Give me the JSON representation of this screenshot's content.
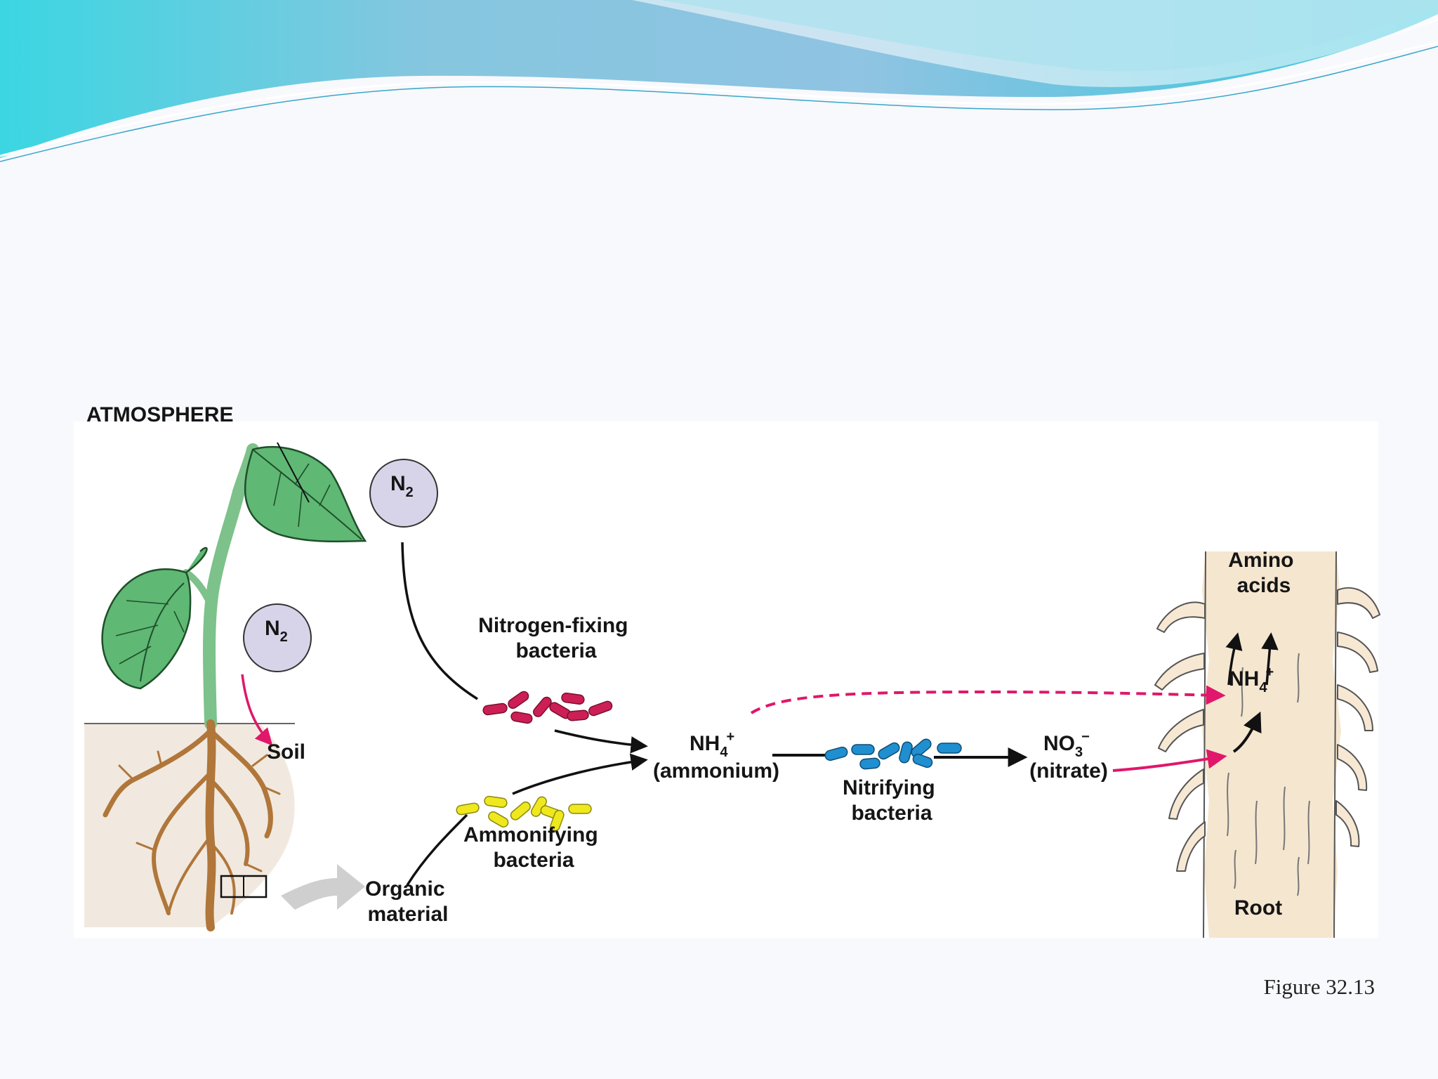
{
  "diagram": {
    "atmosphere_label": "ATMOSPHERE",
    "n2_top": {
      "main": "N",
      "sub": "2"
    },
    "n2_plant": {
      "main": "N",
      "sub": "2"
    },
    "soil_label": "Soil",
    "nitrogen_fixing": {
      "line1": "Nitrogen-fixing",
      "line2": "bacteria"
    },
    "ammonifying": {
      "line1": "Ammonifying",
      "line2": "bacteria"
    },
    "organic_material": {
      "line1": "Organic",
      "line2": "material"
    },
    "ammonium": {
      "main": "NH",
      "sub": "4",
      "sup": "+",
      "name": "(ammonium)"
    },
    "nitrifying": {
      "line1": "Nitrifying",
      "line2": "bacteria"
    },
    "nitrate": {
      "main": "NO",
      "sub": "3",
      "sup": "−",
      "name": "(nitrate)"
    },
    "amino_acids": {
      "line1": "Amino",
      "line2": "acids"
    },
    "root_nh4": {
      "main": "NH",
      "sub": "4",
      "sup": "+"
    },
    "root_label": "Root"
  },
  "caption": "Figure 32.13",
  "colors": {
    "nitrogen_fixing_bacteria": "#cc1f55",
    "ammonifying_bacteria": "#f0e81e",
    "nitrifying_bacteria": "#1f8fd0",
    "uptake_arrow": "#e0176a",
    "n2_circle": "#d7d4ea",
    "leaf": "#5fb874",
    "soil": "#f1e9df",
    "root_tissue": "#f5e6d0"
  }
}
